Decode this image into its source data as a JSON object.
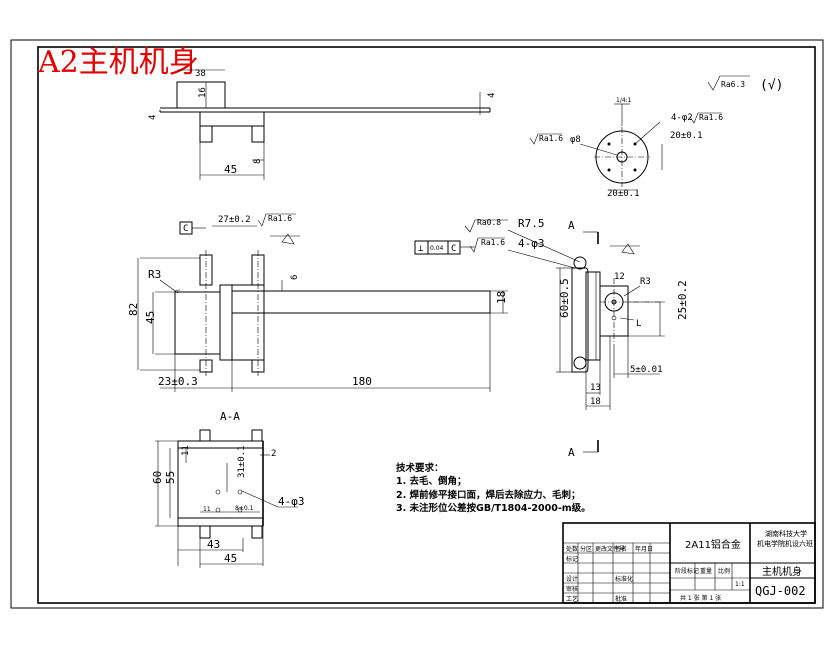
{
  "title_overlay": "A2主机机身",
  "roughness_general": "Ra6.3",
  "roughness_general_mark": "(√)",
  "top_view": {
    "dim_38": "38",
    "dim_16": "16",
    "dim_4_right": "4",
    "dim_4_left": "4",
    "dim_8": "8",
    "dim_45": "45"
  },
  "detail_view": {
    "dim_fraction": "1/4:1",
    "dim_4phi2": "4-φ2",
    "rough_ra16_a": "Ra1.6",
    "rough_ra16_b": "Ra1.6",
    "phi8": "φ8",
    "dim_20_v": "20±0.1",
    "dim_20_h": "20±0.1"
  },
  "front_view": {
    "datum": "C",
    "dim_27": "27±0.2",
    "rough_ra16": "Ra1.6",
    "dim_r3": "R3",
    "dim_82": "82",
    "dim_45": "45",
    "dim_6": "6",
    "dim_18": "18",
    "dim_23": "23±0.3",
    "dim_180": "180"
  },
  "side_view": {
    "section_label_top": "A",
    "section_label_bottom": "A",
    "rough_ra08": "Ra0.8",
    "dim_r75": "R7.5",
    "tolerance_symbol": "⊥",
    "tolerance_value": "0.04",
    "tolerance_datum": "C",
    "rough_ra16": "Ra1.6",
    "dim_4phi3": "4-φ3",
    "dim_12": "12",
    "dim_r3": "R3",
    "dim_60": "60±0.5",
    "dim_25": "25±0.2",
    "dim_5": "5±0.01",
    "dim_13": "13",
    "dim_18": "18"
  },
  "section_view": {
    "label": "A-A",
    "dim_2": "2",
    "dim_11": "11",
    "dim_60": "60",
    "dim_55": "55",
    "dim_31": "31±0.1",
    "dim_4phi3": "4-φ3",
    "dim_11b": "11",
    "dim_8": "8±0.1",
    "dim_43": "43",
    "dim_45": "45"
  },
  "notes": {
    "heading": "技术要求：",
    "line1": "1. 去毛、倒角；",
    "line2": "2. 焊前修平接口面，焊后去除应力、毛刺；",
    "line3": "3. 未注形位公差按GB/T1804-2000-m级。"
  },
  "title_block": {
    "material": "2A11铝合金",
    "school": "湖南科技大学",
    "school_sub": "机电学院机设六班",
    "part_name": "主机机身",
    "drawing_no": "QGJ-002",
    "row_labels": [
      "标记",
      "设计",
      "审核",
      "工艺"
    ],
    "small_headers": [
      "处数",
      "分区",
      "更改文件号",
      "签名",
      "年月日"
    ],
    "stage_headers": [
      "阶段标记",
      "重量",
      "比例"
    ],
    "scale": "1:1",
    "sheet_text": "共 1 张  第 1 张",
    "standard": "标准化",
    "approve": "批准"
  }
}
